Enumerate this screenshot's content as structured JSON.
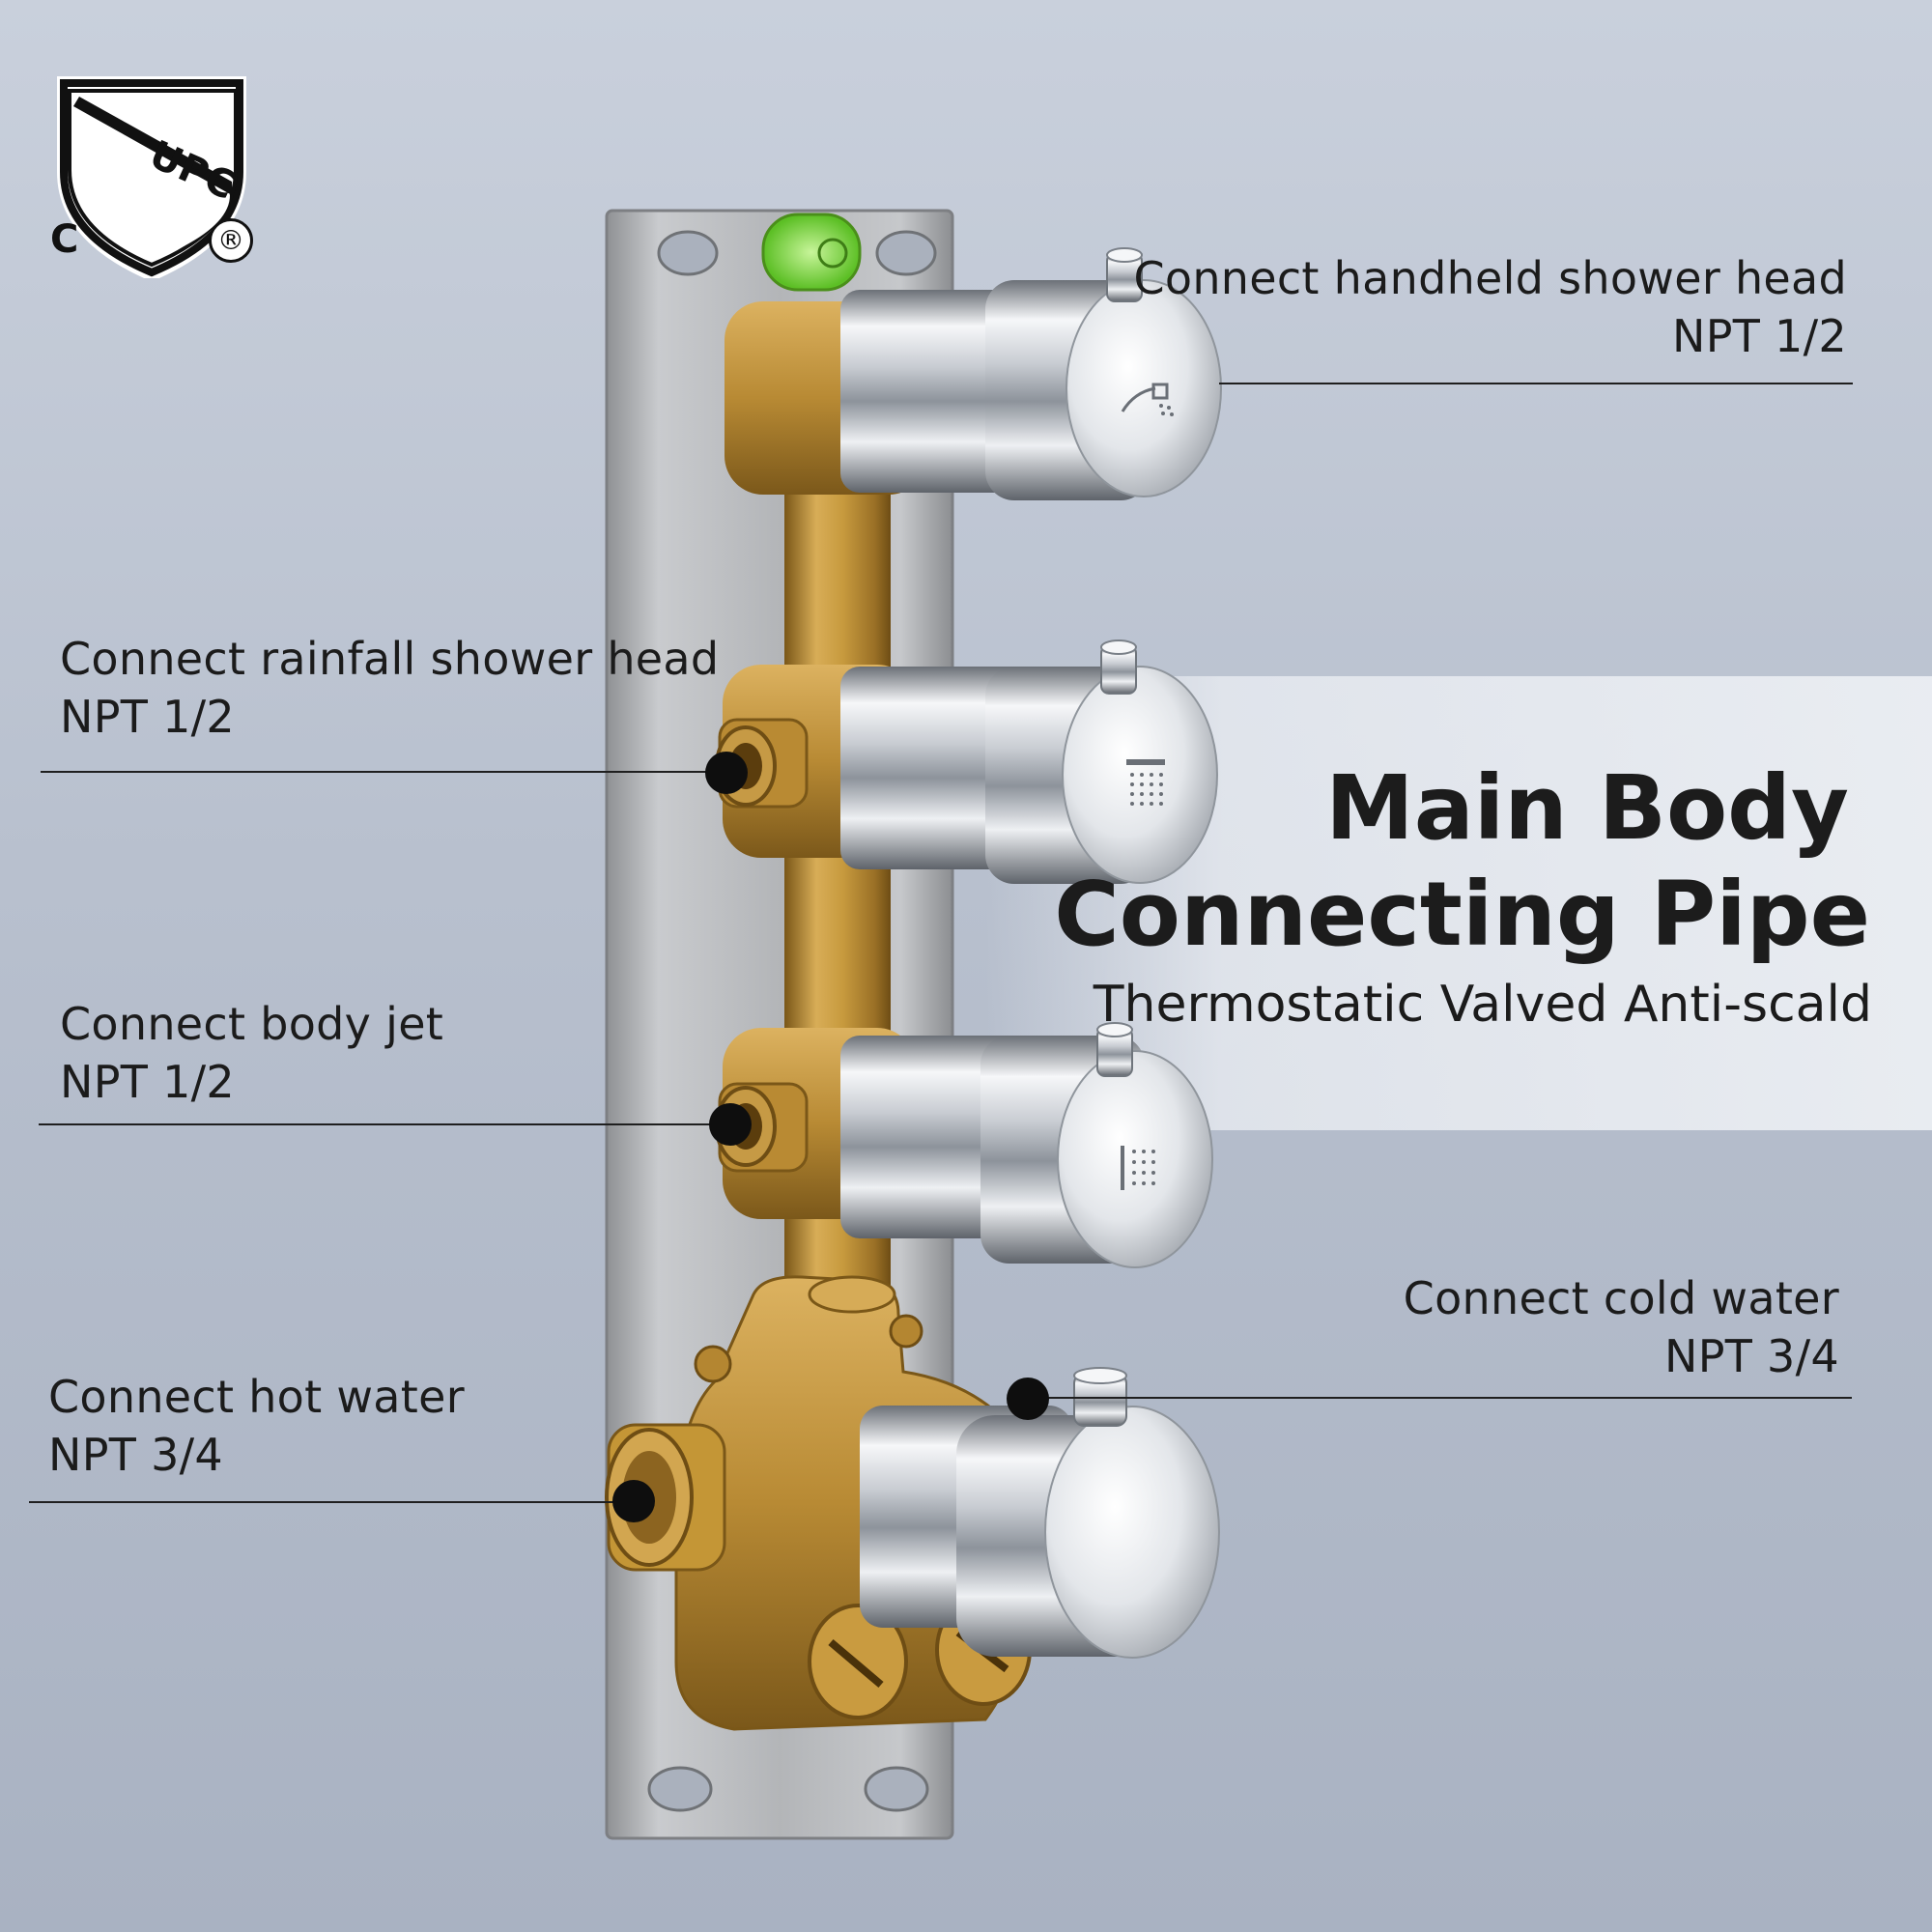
{
  "certification": {
    "logo_text": "UPC",
    "c_mark": "C",
    "registered_mark": "®",
    "logo_icon": "cupc-shield-logo"
  },
  "headline": {
    "line1": "Main Body",
    "line2": "Connecting Pipe",
    "subtitle": "Thermostatic Valved Anti-scald"
  },
  "callouts": [
    {
      "title": "Connect handheld shower head",
      "spec": "NPT 1/2"
    },
    {
      "title": "Connect rainfall shower head",
      "spec": "NPT 1/2"
    },
    {
      "title": "Connect body jet",
      "spec": "NPT 1/2"
    },
    {
      "title": "Connect cold water",
      "spec": "NPT 3/4"
    },
    {
      "title": "Connect hot water",
      "spec": "NPT 3/4"
    }
  ],
  "knob_icons": [
    "handheld-shower-icon",
    "rainfall-shower-icon",
    "body-jet-icon"
  ],
  "colors": {
    "background": "#bcc4d2",
    "brass": "#c79a3e",
    "chrome": "#e9ecf1",
    "steel_plate": "#b7b9bd",
    "text": "#1b1b1b",
    "level_bubble": "#7fdc3a"
  }
}
